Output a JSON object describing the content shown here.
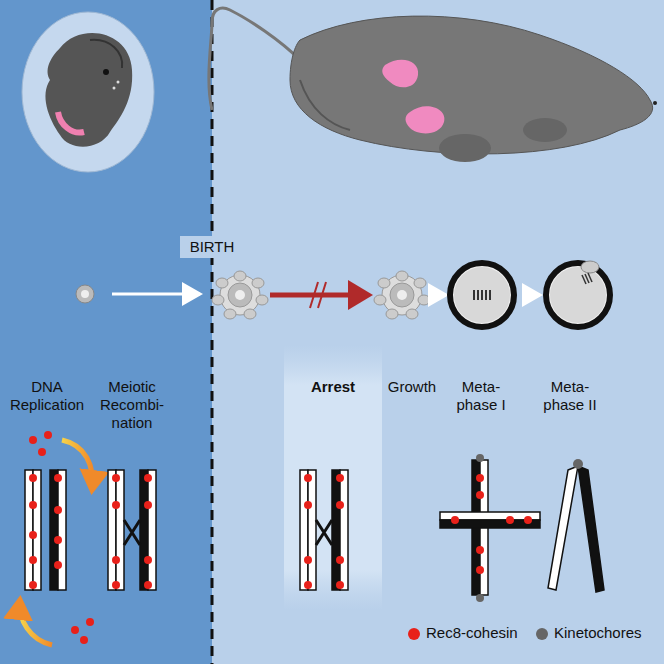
{
  "diagram": {
    "nodes": [
      {
        "text": [
          "Arrest"
        ]
      }
    ],
    "labels": [
      "BIRTH",
      "DNA Replication",
      "Meiotic Recombi- nation",
      "Growth",
      "Meta- phase I",
      "Meta- phase II"
    ],
    "legend": [
      {
        "text": "Rec8-cohesin",
        "color": "#e8211a"
      },
      {
        "text": "Kinetochores",
        "color": "#666666"
      }
    ]
  }
}
